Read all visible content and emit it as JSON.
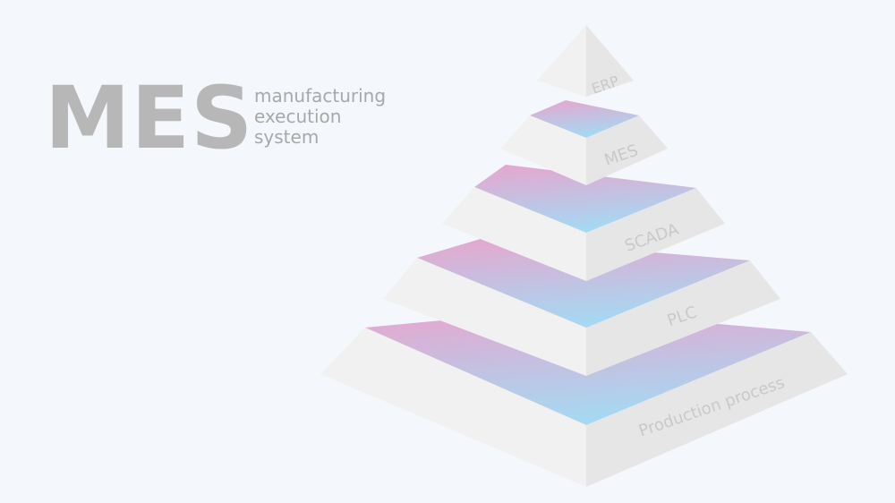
{
  "heading": {
    "acronym": "MES",
    "subtitle_lines": [
      "manufacturing",
      "execution",
      "system"
    ]
  },
  "pyramid": {
    "tiers": [
      {
        "label": "ERP"
      },
      {
        "label": "MES"
      },
      {
        "label": "SCADA"
      },
      {
        "label": "PLC"
      },
      {
        "label": "Production process"
      }
    ]
  },
  "colors": {
    "background": "#f4f8fc",
    "gradient_top": "#e8a5cd",
    "gradient_bottom": "#a6d8f2",
    "face_left": "#f1f1f1",
    "face_right": "#e6e6e6",
    "text": "#b7b7b7"
  }
}
